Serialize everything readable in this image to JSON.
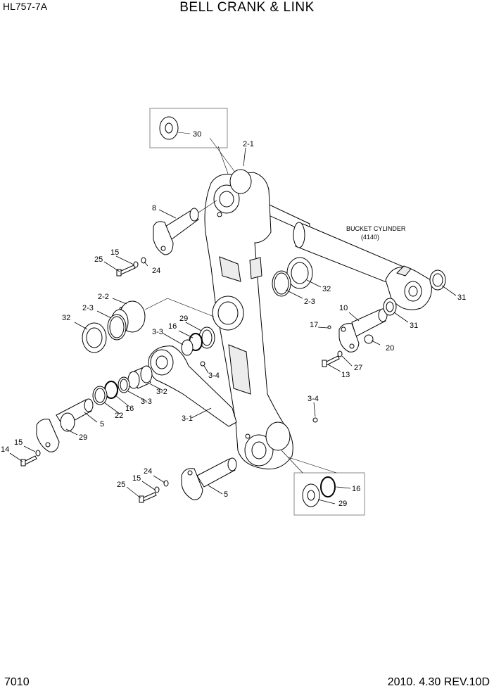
{
  "header": {
    "model": "HL757-7A",
    "title": "BELL CRANK & LINK"
  },
  "footer": {
    "page": "7010",
    "date_rev": "2010. 4.30  REV.10D"
  },
  "diagram": {
    "bucket_cylinder_label": "BUCKET CYLINDER",
    "bucket_cylinder_ref": "(4140)",
    "callouts": {
      "c30": "30",
      "c2_1": "2-1",
      "c8": "8",
      "c15a": "15",
      "c25a": "25",
      "c24a": "24",
      "c32a": "32",
      "c2_3a": "2-3",
      "c31a": "31",
      "c2_2": "2-2",
      "c2_3b": "2-3",
      "c32b": "32",
      "c10": "10",
      "c31b": "31",
      "c29a": "29",
      "c16a": "16",
      "c3_3a": "3-3",
      "c17": "17",
      "c20": "20",
      "c3_4a": "3-4",
      "c27": "27",
      "c13": "13",
      "c3_2": "3-2",
      "c3_3b": "3-3",
      "c22": "22",
      "c16b": "16",
      "c5a": "5",
      "c29b": "29",
      "c3_1": "3-1",
      "c3_4b": "3-4",
      "c15b": "15",
      "c14": "14",
      "c24b": "24",
      "c15c": "15",
      "c25b": "25",
      "c5b": "5",
      "c16c": "16",
      "c29c": "29"
    }
  }
}
